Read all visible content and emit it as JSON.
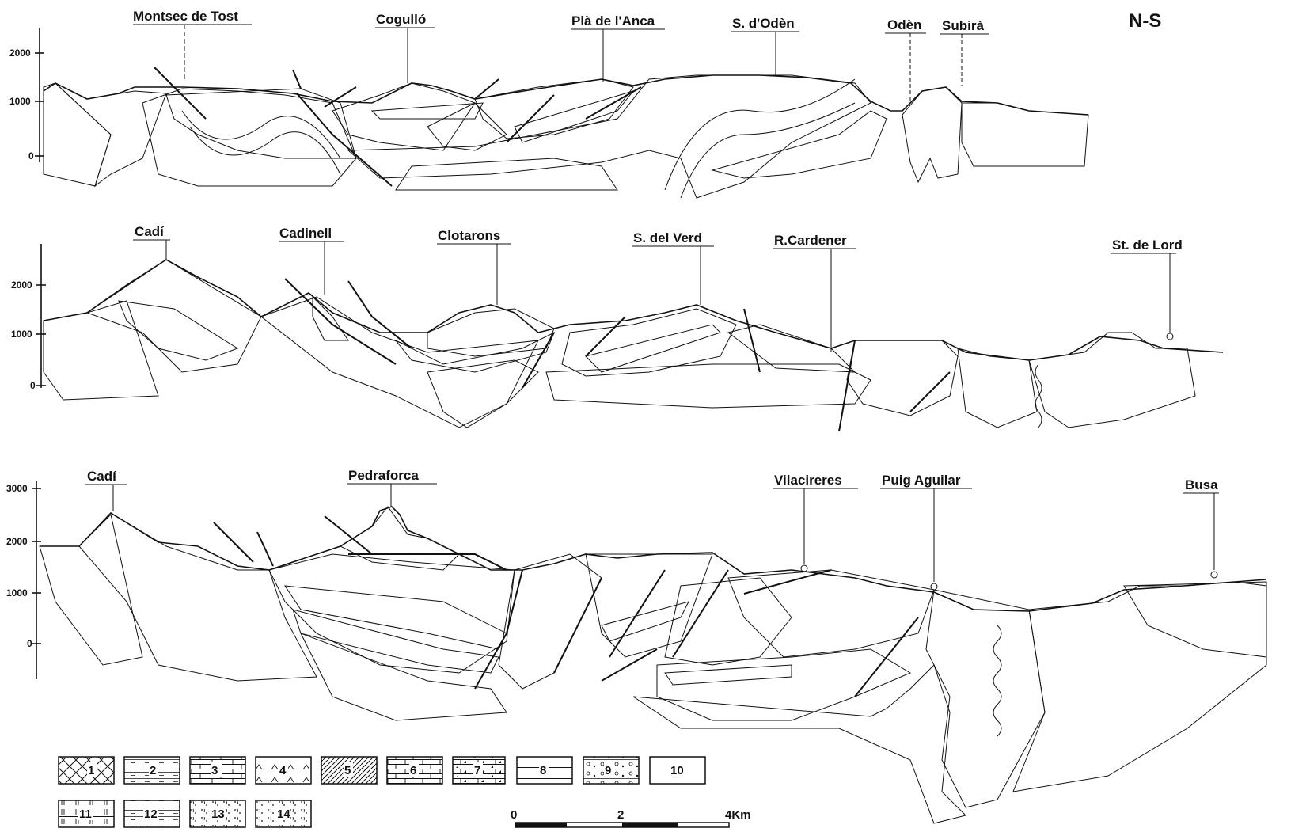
{
  "title": "N-S",
  "sections": [
    {
      "id": "top",
      "elevation_ticks": [
        "2000",
        "1000",
        "0"
      ],
      "localities": [
        "Montsec de Tost",
        "Cogulló",
        "Plà de l'Anca",
        "S. d'Odèn",
        "Odèn",
        "Subirà"
      ]
    },
    {
      "id": "middle",
      "elevation_ticks": [
        "2000",
        "1000",
        "0"
      ],
      "localities": [
        "Cadí",
        "Cadinell",
        "Clotarons",
        "S. del Verd",
        "R.Cardener",
        "St. de Lord"
      ]
    },
    {
      "id": "bottom",
      "elevation_ticks": [
        "3000",
        "2000",
        "1000",
        "0"
      ],
      "localities": [
        "Cadí",
        "Pedraforca",
        "Vilacireres",
        "Puig Aguilar",
        "Busa"
      ]
    }
  ],
  "legend": [
    "1",
    "2",
    "3",
    "4",
    "5",
    "6",
    "7",
    "8",
    "9",
    "10",
    "11",
    "12",
    "13",
    "14"
  ],
  "scale": {
    "labels": [
      "0",
      "2",
      "4Km"
    ]
  }
}
